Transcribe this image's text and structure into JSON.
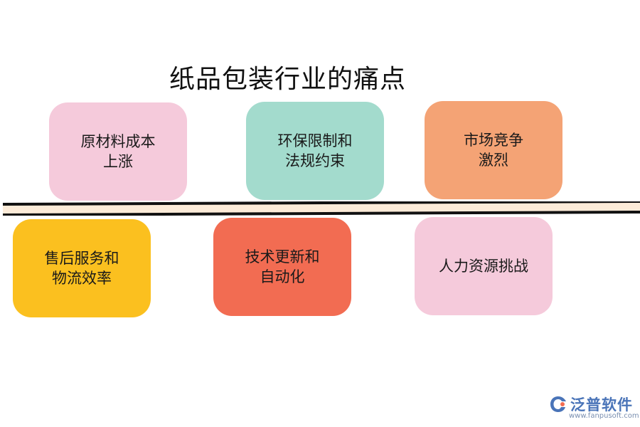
{
  "title": "纸品包装行业的痛点",
  "colors": {
    "pink": "#f5cadb",
    "teal": "#a3dbcd",
    "orange": "#f4a375",
    "yellow": "#fbc01f",
    "coral": "#f26c52",
    "divider_fill": "#fcebd8",
    "divider_line": "#111111",
    "logo": "#4a74b8"
  },
  "top_row": [
    {
      "label": "原材料成本\n上涨"
    },
    {
      "label": "环保限制和\n法规约束"
    },
    {
      "label": "市场竞争\n激烈"
    }
  ],
  "bottom_row": [
    {
      "label": "售后服务和\n物流效率"
    },
    {
      "label": "技术更新和\n自动化"
    },
    {
      "label": "人力资源挑战"
    }
  ],
  "logo": {
    "icon": "fanpu-logo-icon",
    "name": "泛普软件",
    "url": "www.fanpusoft.com"
  }
}
